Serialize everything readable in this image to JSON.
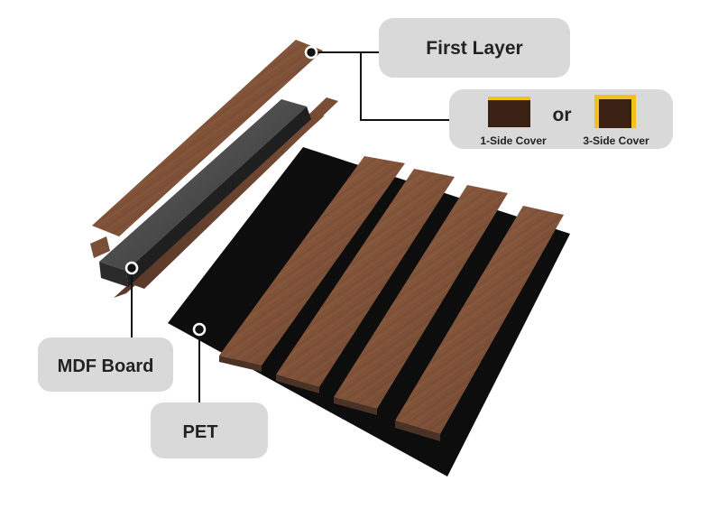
{
  "labels": {
    "first_layer": "First Layer",
    "or": "or",
    "one_side_cover": "1-Side Cover",
    "three_side_cover": "3-Side Cover",
    "mdf_board": "MDF Board",
    "pet": "PET"
  },
  "colors": {
    "label_bg": "#d9d9d9",
    "wood": "#8a5a3e",
    "wood_dark": "#5e3a26",
    "pet_black": "#0d0d0d",
    "mdf_dark": "#3a3a3a",
    "cover_brown": "#3b2113",
    "cover_yellow": "#f2c21a",
    "leader_line": "#111111"
  }
}
